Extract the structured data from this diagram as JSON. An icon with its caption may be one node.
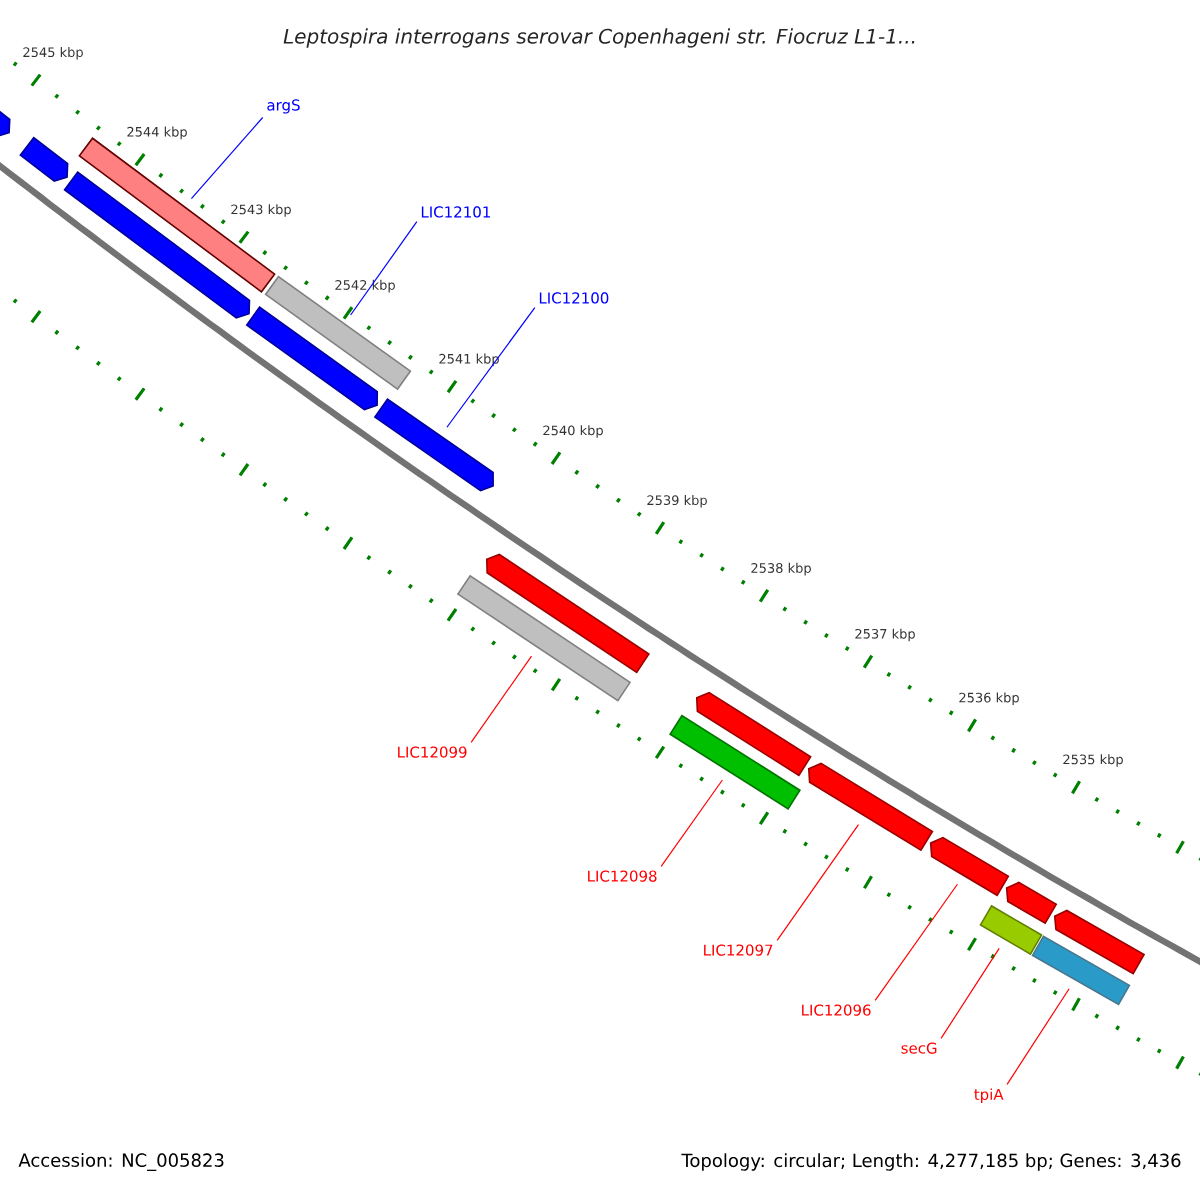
{
  "diagram": {
    "title": "Leptospira interrogans serovar Copenhageni str. Fiocruz L1-1...",
    "nodes": [
      {
        "text": [
          "argS"
        ]
      },
      {
        "text": [
          "LIC12101"
        ]
      },
      {
        "text": [
          "LIC12100"
        ]
      },
      {
        "text": [
          "LIC12099"
        ]
      },
      {
        "text": [
          "LIC12098"
        ]
      },
      {
        "text": [
          "LIC12097"
        ]
      },
      {
        "text": [
          "LIC12096"
        ]
      },
      {
        "text": [
          "secG"
        ]
      },
      {
        "text": [
          "tpiA"
        ]
      },
      {
        "text": [],
        "shape": "bar"
      },
      {
        "text": [],
        "shape": "bar"
      },
      {
        "text": [],
        "shape": "bar"
      },
      {
        "text": [],
        "shape": "bar"
      },
      {
        "text": [],
        "shape": "bar"
      },
      {
        "text": [],
        "shape": "bar"
      },
      {
        "text": [],
        "shape": "bar"
      },
      {
        "text": [],
        "shape": "bar"
      },
      {
        "text": [],
        "shape": "bar"
      },
      {
        "text": [],
        "shape": "bar"
      },
      {
        "text": [],
        "shape": "bar"
      },
      {
        "text": [],
        "shape": "bar"
      },
      {
        "text": [],
        "shape": "bar"
      },
      {
        "text": [],
        "shape": "bar"
      },
      {
        "text": [],
        "shape": "bar"
      },
      {
        "text": [],
        "shape": "bar"
      },
      {
        "text": [],
        "shape": "bar"
      }
    ],
    "edges": [
      {
        "from": 0,
        "to": 12,
        "arrow": "none",
        "color": "#0000ff"
      },
      {
        "from": 1,
        "to": 14,
        "arrow": "none",
        "color": "#0000ff"
      },
      {
        "from": 2,
        "to": 15,
        "arrow": "none",
        "color": "#0000ff"
      },
      {
        "from": 3,
        "to": 16,
        "arrow": "none"
      },
      {
        "from": 4,
        "to": 18,
        "arrow": "none"
      },
      {
        "from": 5,
        "to": 20,
        "arrow": "none"
      },
      {
        "from": 6,
        "to": 21,
        "arrow": "none"
      },
      {
        "from": 7,
        "to": 22,
        "arrow": "none"
      },
      {
        "from": 8,
        "to": 24,
        "arrow": "none"
      }
    ],
    "labels": [
      "2545 kbp",
      "2544 kbp",
      "2543 kbp",
      "2542 kbp",
      "2541 kbp",
      "2540 kbp",
      "2539 kbp",
      "2538 kbp",
      "2537 kbp",
      "2536 kbp",
      "2535 kbp",
      "Accession: NC_005823",
      "Topology: circular; Length: 4,277,185 bp; Genes: 3,436"
    ]
  }
}
